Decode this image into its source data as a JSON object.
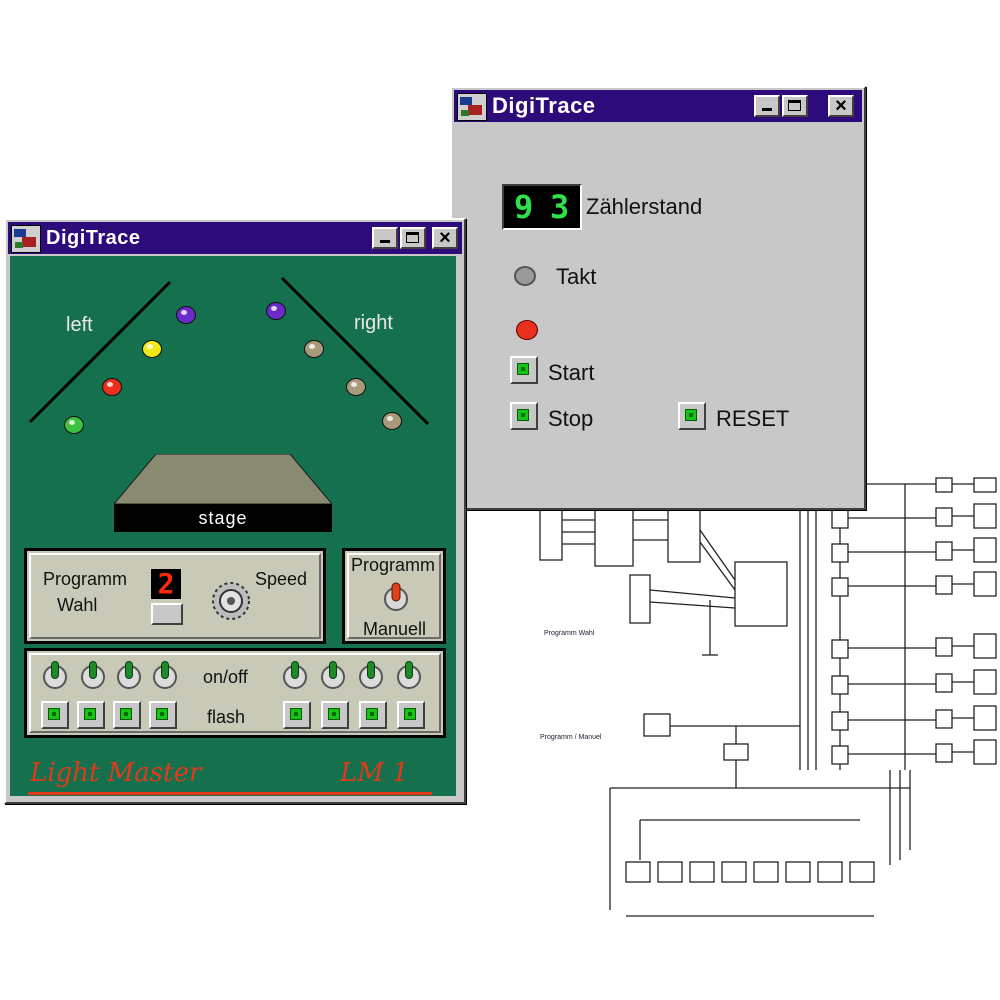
{
  "counter_window": {
    "title": "DigiTrace",
    "counter_digits": [
      "9",
      "3"
    ],
    "counter_label": "Zählerstand",
    "clock_label": "Takt",
    "start_label": "Start",
    "stop_label": "Stop",
    "reset_label": "RESET"
  },
  "lightmaster_window": {
    "title": "DigiTrace",
    "left_label": "left",
    "right_label": "right",
    "stage_label": "stage",
    "program_select_label_line1": "Programm",
    "program_select_label_line2": "Wahl",
    "program_number": "2",
    "speed_label": "Speed",
    "mode_label_top": "Programm",
    "mode_label_bottom": "Manuell",
    "onoff_label": "on/off",
    "flash_label": "flash",
    "brand_name": "Light Master",
    "brand_model": "LM 1"
  },
  "lamps": {
    "left": [
      {
        "color": "#6a2bc9"
      },
      {
        "color": "#f2e81a"
      },
      {
        "color": "#e8301c"
      },
      {
        "color": "#3cc23c"
      }
    ],
    "right": [
      {
        "color": "#6a2bc9"
      },
      {
        "color": "#a89a7a"
      },
      {
        "color": "#a89a7a"
      },
      {
        "color": "#a89a7a"
      }
    ]
  },
  "indicators": {
    "clock_color": "#9a9a9a",
    "status_color": "#e8301c"
  },
  "schematic": {
    "labels": [
      "Programm Wahl",
      "Programm / Manuel"
    ]
  }
}
